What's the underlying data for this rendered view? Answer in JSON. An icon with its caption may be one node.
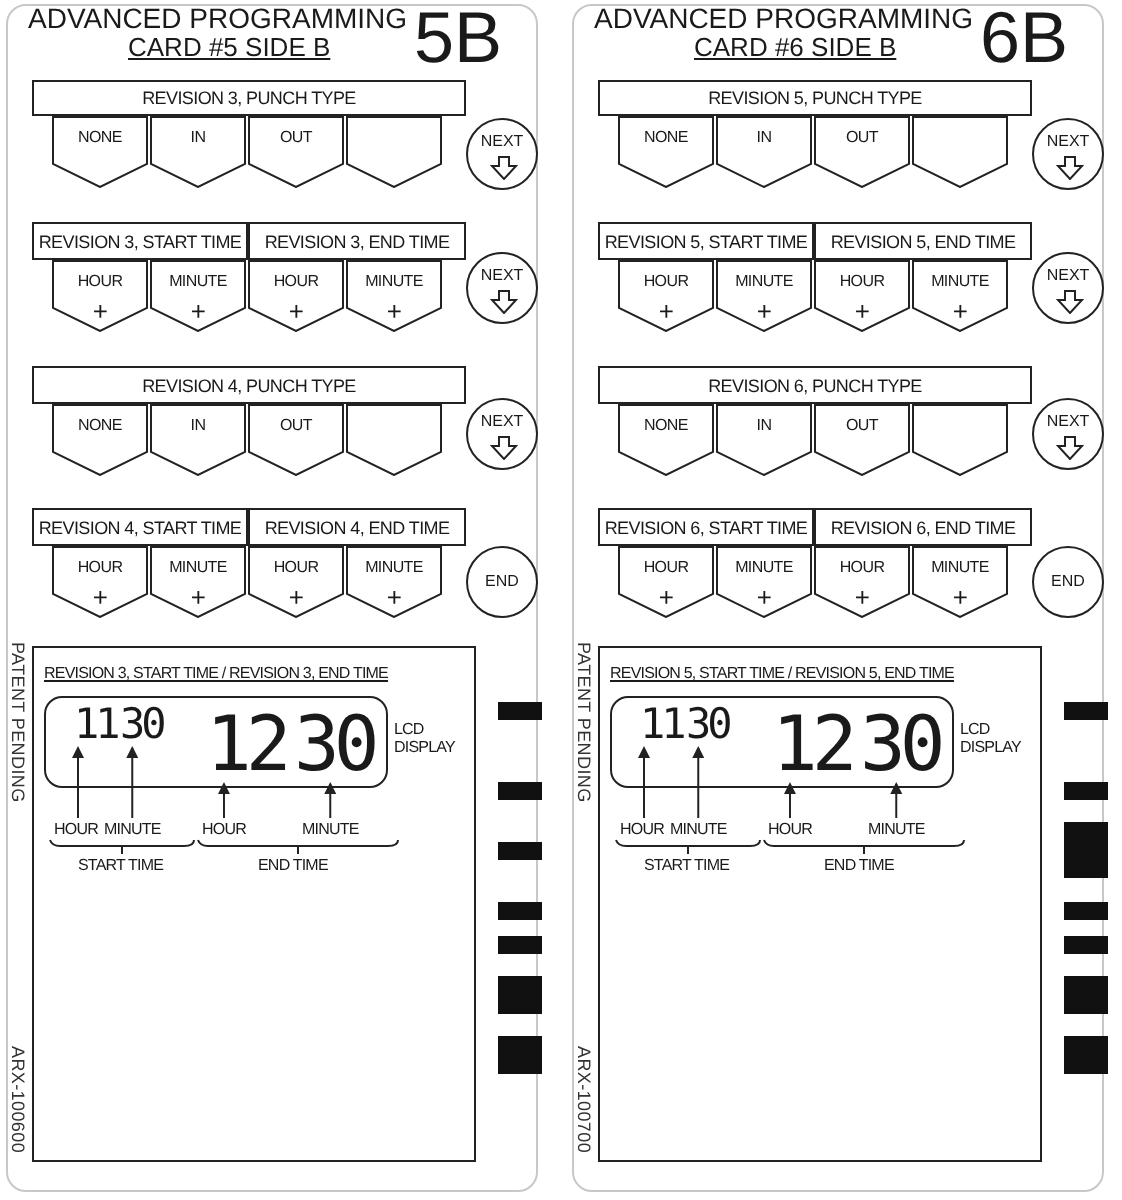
{
  "diagram": {
    "nodes": [
      {
        "text": [
          "ADVANCED PROGRAMMING",
          "CARD #5 SIDE B",
          "5B"
        ],
        "beside": [
          "PATENT PENDING",
          "ARX-100600"
        ]
      },
      {
        "text": [
          "REVISION 3, PUNCH TYPE"
        ],
        "in": 0
      },
      {
        "text": [
          "NONE"
        ],
        "in": 0
      },
      {
        "text": [
          "IN"
        ],
        "in": 0
      },
      {
        "text": [
          "OUT"
        ],
        "in": 0
      },
      {
        "text": [],
        "shape": "pentagon",
        "in": 0
      },
      {
        "text": [
          "NEXT"
        ],
        "in": 0
      },
      {
        "text": [
          "REVISION 3, START TIME"
        ],
        "in": 0
      },
      {
        "text": [
          "REVISION 3, END TIME"
        ],
        "in": 0
      },
      {
        "text": [
          "HOUR",
          "+"
        ],
        "in": 0
      },
      {
        "text": [
          "MINUTE",
          "+"
        ],
        "in": 0
      },
      {
        "text": [
          "HOUR",
          "+"
        ],
        "in": 0
      },
      {
        "text": [
          "MINUTE",
          "+"
        ],
        "in": 0
      },
      {
        "text": [
          "NEXT"
        ],
        "in": 0
      },
      {
        "text": [
          "REVISION 4, PUNCH TYPE"
        ],
        "in": 0
      },
      {
        "text": [
          "NONE"
        ],
        "in": 0
      },
      {
        "text": [
          "IN"
        ],
        "in": 0
      },
      {
        "text": [
          "OUT"
        ],
        "in": 0
      },
      {
        "text": [],
        "shape": "pentagon",
        "in": 0
      },
      {
        "text": [
          "NEXT"
        ],
        "in": 0
      },
      {
        "text": [
          "REVISION 4, START TIME"
        ],
        "in": 0
      },
      {
        "text": [
          "REVISION 4, END TIME"
        ],
        "in": 0
      },
      {
        "text": [
          "HOUR",
          "+"
        ],
        "in": 0
      },
      {
        "text": [
          "MINUTE",
          "+"
        ],
        "in": 0
      },
      {
        "text": [
          "HOUR",
          "+"
        ],
        "in": 0
      },
      {
        "text": [
          "MINUTE",
          "+"
        ],
        "in": 0
      },
      {
        "text": [
          "END"
        ],
        "in": 0
      },
      {
        "text": [
          "REVISION 3, START TIME / REVISION 3, END TIME"
        ],
        "in": 0
      },
      {
        "text": [],
        "shape": "box",
        "in": 27,
        "beside": [
          "LCD DISPLAY"
        ]
      },
      {
        "text": [
          "11"
        ],
        "in": 28
      },
      {
        "text": [
          "30"
        ],
        "in": 28
      },
      {
        "text": [
          "12"
        ],
        "in": 28
      },
      {
        "text": [
          "30"
        ],
        "in": 28
      },
      {
        "text": [
          "HOUR"
        ],
        "in": 27
      },
      {
        "text": [
          "MINUTE"
        ],
        "in": 27
      },
      {
        "text": [
          "HOUR"
        ],
        "in": 27
      },
      {
        "text": [
          "MINUTE"
        ],
        "in": 27
      },
      {
        "text": [
          "START TIME"
        ],
        "in": 27
      },
      {
        "text": [
          "END TIME"
        ],
        "in": 27
      },
      {
        "text": [
          "ADVANCED PROGRAMMING",
          "CARD #6 SIDE B",
          "6B"
        ],
        "beside": [
          "PATENT PENDING",
          "ARX-100700"
        ]
      },
      {
        "text": [
          "REVISION 5, PUNCH TYPE"
        ],
        "in": 39
      },
      {
        "text": [
          "NONE"
        ],
        "in": 39
      },
      {
        "text": [
          "IN"
        ],
        "in": 39
      },
      {
        "text": [
          "OUT"
        ],
        "in": 39
      },
      {
        "text": [],
        "shape": "pentagon",
        "in": 39
      },
      {
        "text": [
          "NEXT"
        ],
        "in": 39
      },
      {
        "text": [
          "REVISION 5, START TIME"
        ],
        "in": 39
      },
      {
        "text": [
          "REVISION 5, END TIME"
        ],
        "in": 39
      },
      {
        "text": [
          "HOUR",
          "+"
        ],
        "in": 39
      },
      {
        "text": [
          "MINUTE",
          "+"
        ],
        "in": 39
      },
      {
        "text": [
          "HOUR",
          "+"
        ],
        "in": 39
      },
      {
        "text": [
          "MINUTE",
          "+"
        ],
        "in": 39
      },
      {
        "text": [
          "NEXT"
        ],
        "in": 39
      },
      {
        "text": [
          "REVISION 6, PUNCH TYPE"
        ],
        "in": 39
      },
      {
        "text": [
          "NONE"
        ],
        "in": 39
      },
      {
        "text": [
          "IN"
        ],
        "in": 39
      },
      {
        "text": [
          "OUT"
        ],
        "in": 39
      },
      {
        "text": [],
        "shape": "pentagon",
        "in": 39
      },
      {
        "text": [
          "NEXT"
        ],
        "in": 39
      },
      {
        "text": [
          "REVISION 6, START TIME"
        ],
        "in": 39
      },
      {
        "text": [
          "REVISION 6, END TIME"
        ],
        "in": 39
      },
      {
        "text": [
          "HOUR",
          "+"
        ],
        "in": 39
      },
      {
        "text": [
          "MINUTE",
          "+"
        ],
        "in": 39
      },
      {
        "text": [
          "HOUR",
          "+"
        ],
        "in": 39
      },
      {
        "text": [
          "MINUTE",
          "+"
        ],
        "in": 39
      },
      {
        "text": [
          "END"
        ],
        "in": 39
      },
      {
        "text": [
          "REVISION 5, START TIME / REVISION 5, END TIME"
        ],
        "in": 39
      },
      {
        "text": [],
        "shape": "box",
        "in": 66,
        "beside": [
          "LCD DISPLAY"
        ]
      },
      {
        "text": [
          "11"
        ],
        "in": 67
      },
      {
        "text": [
          "30"
        ],
        "in": 67
      },
      {
        "text": [
          "12"
        ],
        "in": 67
      },
      {
        "text": [
          "30"
        ],
        "in": 67
      },
      {
        "text": [
          "HOUR"
        ],
        "in": 66
      },
      {
        "text": [
          "MINUTE"
        ],
        "in": 66
      },
      {
        "text": [
          "HOUR"
        ],
        "in": 66
      },
      {
        "text": [
          "MINUTE"
        ],
        "in": 66
      },
      {
        "text": [
          "START TIME"
        ],
        "in": 66
      },
      {
        "text": [
          "END TIME"
        ],
        "in": 66
      }
    ],
    "edges": [
      {
        "from": 33,
        "to": 29,
        "arrow": "to"
      },
      {
        "from": 34,
        "to": 30,
        "arrow": "to"
      },
      {
        "from": 35,
        "to": 31,
        "arrow": "to"
      },
      {
        "from": 36,
        "to": 32,
        "arrow": "to"
      },
      {
        "from": 72,
        "to": 68,
        "arrow": "to"
      },
      {
        "from": 73,
        "to": 69,
        "arrow": "to"
      },
      {
        "from": 74,
        "to": 70,
        "arrow": "to"
      },
      {
        "from": 75,
        "to": 71,
        "arrow": "to"
      }
    ]
  }
}
